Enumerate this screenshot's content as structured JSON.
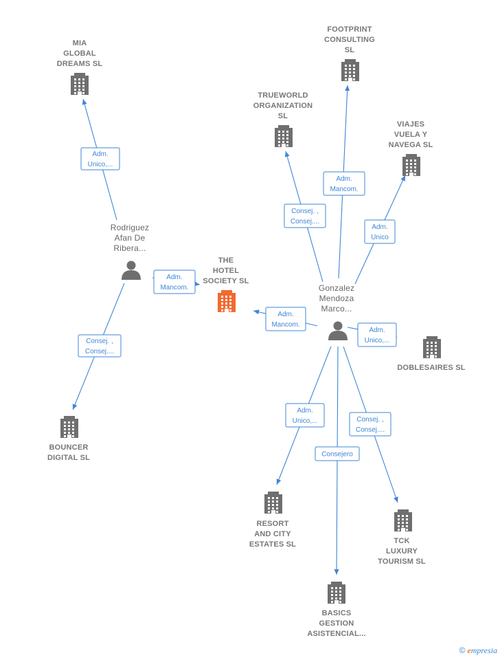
{
  "colors": {
    "edge": "#3f86d6",
    "company": "#6f6f6f",
    "focus_company": "#f26a2f",
    "person": "#6f6f6f"
  },
  "nodes": [
    {
      "id": "mia",
      "type": "company",
      "label": [
        "MIA",
        "GLOBAL",
        "DREAMS  SL"
      ]
    },
    {
      "id": "footprint",
      "type": "company",
      "label": [
        "FOOTPRINT",
        "CONSULTING",
        "SL"
      ]
    },
    {
      "id": "trueworld",
      "type": "company",
      "label": [
        "TRUEWORLD",
        "ORGANIZATION",
        "SL"
      ]
    },
    {
      "id": "viajes",
      "type": "company",
      "label": [
        "VIAJES",
        "VUELA Y",
        "NAVEGA  SL"
      ]
    },
    {
      "id": "hotel",
      "type": "focus",
      "label": [
        "THE",
        "HOTEL",
        "SOCIETY  SL"
      ]
    },
    {
      "id": "rodriguez",
      "type": "person",
      "label": [
        "Rodriguez",
        "Afan De",
        "Ribera..."
      ]
    },
    {
      "id": "gonzalez",
      "type": "person",
      "label": [
        "Gonzalez",
        "Mendoza",
        "Marco..."
      ]
    },
    {
      "id": "doblesaires",
      "type": "company",
      "label": [
        "DOBLESAIRES SL"
      ]
    },
    {
      "id": "bouncer",
      "type": "company",
      "label": [
        "BOUNCER",
        "DIGITAL  SL"
      ]
    },
    {
      "id": "resort",
      "type": "company",
      "label": [
        "RESORT",
        "AND CITY",
        "ESTATES  SL"
      ]
    },
    {
      "id": "tck",
      "type": "company",
      "label": [
        "TCK",
        "LUXURY",
        "TOURISM  SL"
      ]
    },
    {
      "id": "basics",
      "type": "company",
      "label": [
        "BASICS",
        "GESTION",
        "ASISTENCIAL..."
      ]
    }
  ],
  "edges": [
    {
      "from": "rodriguez",
      "to": "mia",
      "label": [
        "Adm.",
        "Unico,..."
      ]
    },
    {
      "from": "rodriguez",
      "to": "hotel",
      "label": [
        "Adm.",
        "Mancom."
      ]
    },
    {
      "from": "rodriguez",
      "to": "bouncer",
      "label": [
        "Consej. ,",
        "Consej...."
      ]
    },
    {
      "from": "gonzalez",
      "to": "trueworld",
      "label": [
        "Consej. ,",
        "Consej...."
      ]
    },
    {
      "from": "gonzalez",
      "to": "footprint",
      "label": [
        "Adm.",
        "Mancom."
      ]
    },
    {
      "from": "gonzalez",
      "to": "viajes",
      "label": [
        "Adm.",
        "Unico"
      ]
    },
    {
      "from": "gonzalez",
      "to": "hotel",
      "label": [
        "Adm.",
        "Mancom."
      ]
    },
    {
      "from": "gonzalez",
      "to": "doblesaires",
      "label": [
        "Adm.",
        "Unico,..."
      ]
    },
    {
      "from": "gonzalez",
      "to": "resort",
      "label": [
        "Adm.",
        "Unico,..."
      ]
    },
    {
      "from": "gonzalez",
      "to": "basics",
      "label": [
        "Consejero"
      ]
    },
    {
      "from": "gonzalez",
      "to": "tck",
      "label": [
        "Consej. ,",
        "Consej...."
      ]
    }
  ],
  "brand": {
    "copyright": "©",
    "initial": "e",
    "rest": "mpresia"
  }
}
